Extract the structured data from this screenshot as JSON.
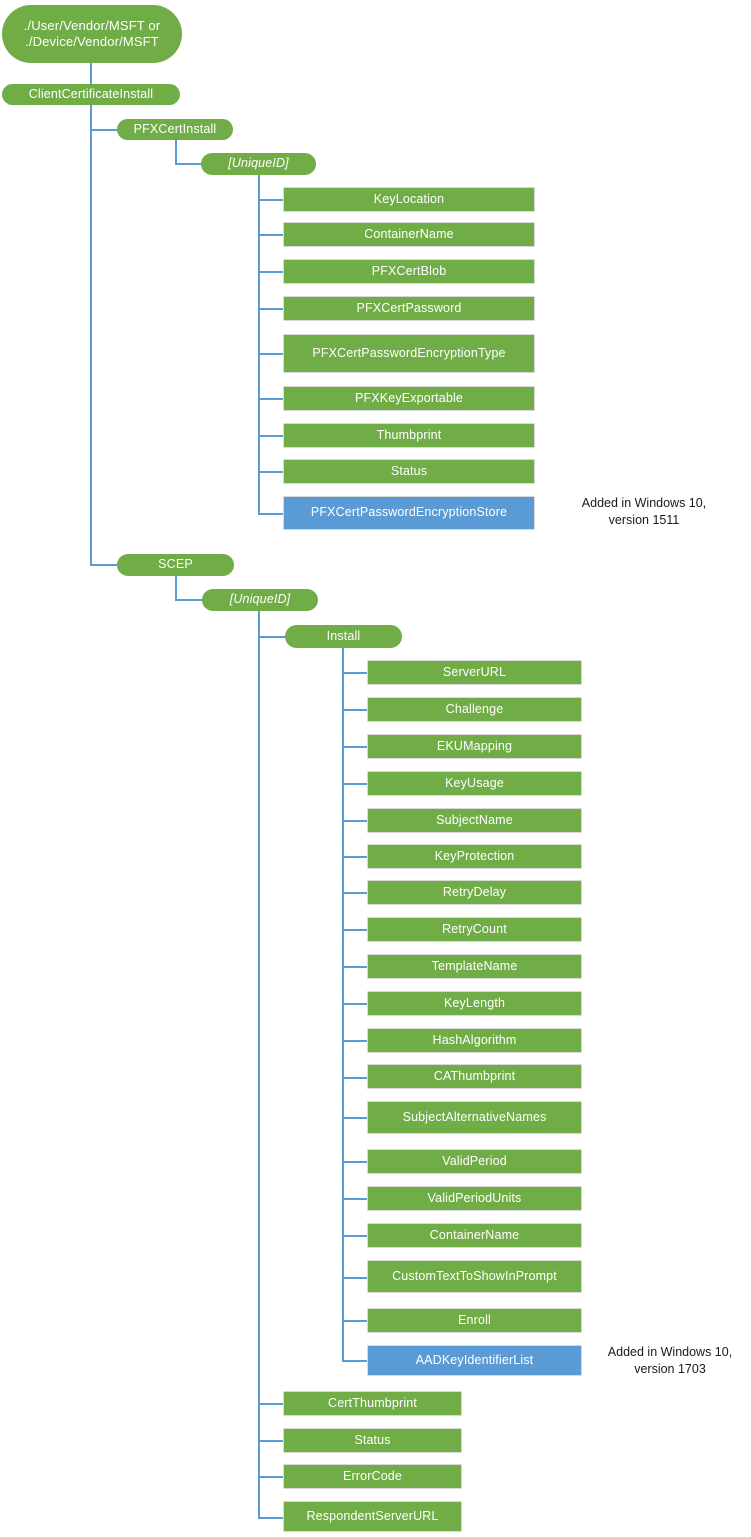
{
  "diagram": {
    "title": "ClientCertificateInstall CSP tree",
    "colors": {
      "node_green": "#70AD47",
      "node_blue": "#5B9BD5",
      "connector": "#5B9BD5",
      "text_on_node": "#FFFFFF",
      "note_text": "#1A1A1A",
      "background": "#FFFFFF"
    },
    "root": {
      "label": "./User/Vendor/MSFT or\n./Device/Vendor/MSFT"
    },
    "level1": {
      "label": "ClientCertificateInstall"
    },
    "branch_pfx": {
      "label": "PFXCertInstall",
      "unique_id": "[UniqueID]",
      "children": [
        {
          "label": "KeyLocation",
          "color": "green"
        },
        {
          "label": "ContainerName",
          "color": "green"
        },
        {
          "label": "PFXCertBlob",
          "color": "green"
        },
        {
          "label": "PFXCertPassword",
          "color": "green"
        },
        {
          "label": "PFXCertPasswordEncryptionType",
          "color": "green"
        },
        {
          "label": "PFXKeyExportable",
          "color": "green"
        },
        {
          "label": "Thumbprint",
          "color": "green"
        },
        {
          "label": "Status",
          "color": "green"
        },
        {
          "label": "PFXCertPasswordEncryptionStore",
          "color": "blue"
        }
      ],
      "note": "Added in Windows 10,\nversion 1511"
    },
    "branch_scep": {
      "label": "SCEP",
      "unique_id": "[UniqueID]",
      "install": {
        "label": "Install",
        "children": [
          {
            "label": "ServerURL",
            "color": "green"
          },
          {
            "label": "Challenge",
            "color": "green"
          },
          {
            "label": "EKUMapping",
            "color": "green"
          },
          {
            "label": "KeyUsage",
            "color": "green"
          },
          {
            "label": "SubjectName",
            "color": "green"
          },
          {
            "label": "KeyProtection",
            "color": "green"
          },
          {
            "label": "RetryDelay",
            "color": "green"
          },
          {
            "label": "RetryCount",
            "color": "green"
          },
          {
            "label": "TemplateName",
            "color": "green"
          },
          {
            "label": "KeyLength",
            "color": "green"
          },
          {
            "label": "HashAlgorithm",
            "color": "green"
          },
          {
            "label": "CAThumbprint",
            "color": "green"
          },
          {
            "label": "SubjectAlternativeNames",
            "color": "green"
          },
          {
            "label": "ValidPeriod",
            "color": "green"
          },
          {
            "label": "ValidPeriodUnits",
            "color": "green"
          },
          {
            "label": "ContainerName",
            "color": "green"
          },
          {
            "label": "CustomTextToShowInPrompt",
            "color": "green"
          },
          {
            "label": "Enroll",
            "color": "green"
          },
          {
            "label": "AADKeyIdentifierList",
            "color": "blue"
          }
        ],
        "note": "Added in Windows 10,\nversion 1703"
      },
      "tail_children": [
        {
          "label": "CertThumbprint",
          "color": "green"
        },
        {
          "label": "Status",
          "color": "green"
        },
        {
          "label": "ErrorCode",
          "color": "green"
        },
        {
          "label": "RespondentServerURL",
          "color": "green"
        }
      ]
    }
  }
}
